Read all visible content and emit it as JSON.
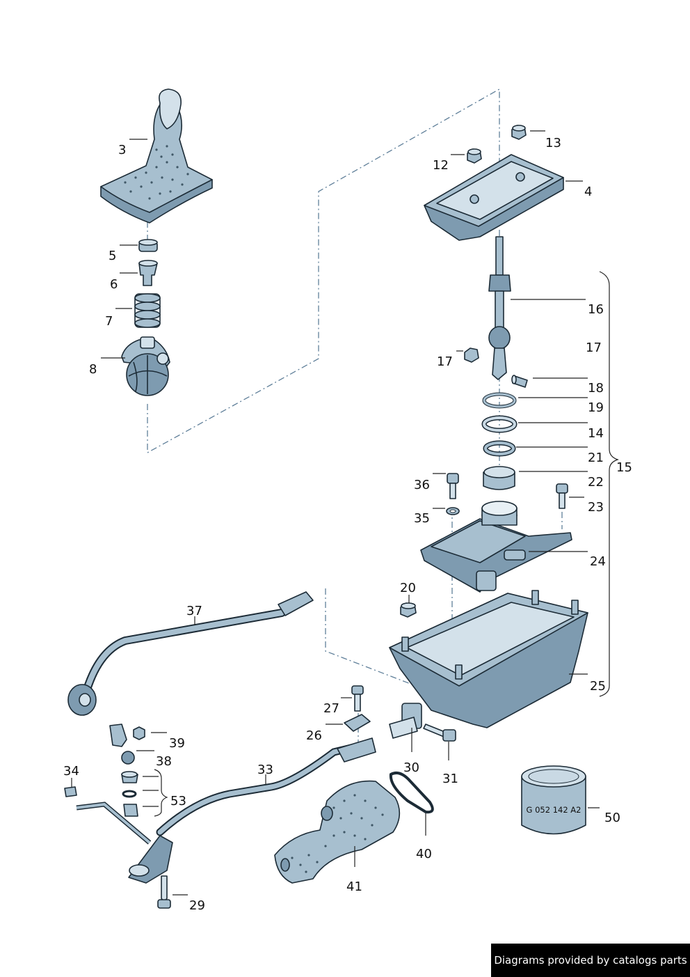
{
  "labels": {
    "p3": "3",
    "p4": "4",
    "p5": "5",
    "p6": "6",
    "p7": "7",
    "p8": "8",
    "p12": "12",
    "p13": "13",
    "p14": "14",
    "p15": "15",
    "p16": "16",
    "p17a": "17",
    "p17b": "17",
    "p18": "18",
    "p19": "19",
    "p20": "20",
    "p21": "21",
    "p22": "22",
    "p23": "23",
    "p24": "24",
    "p25": "25",
    "p26": "26",
    "p27": "27",
    "p29": "29",
    "p30": "30",
    "p31": "31",
    "p33": "33",
    "p34": "34",
    "p35": "35",
    "p36": "36",
    "p37": "37",
    "p38": "38",
    "p39": "39",
    "p40": "40",
    "p41": "41",
    "p50": "50",
    "p53": "53"
  },
  "can_text": "G 052 142 A2",
  "credit": "Diagrams provided by catalogs parts",
  "colors": {
    "part_fill": "#a7bfcf",
    "part_dark": "#7e9bb0",
    "outline": "#1c2b36",
    "dash_line": "#5f7f99",
    "credit_bg": "#000000",
    "credit_text": "#ffffff"
  }
}
